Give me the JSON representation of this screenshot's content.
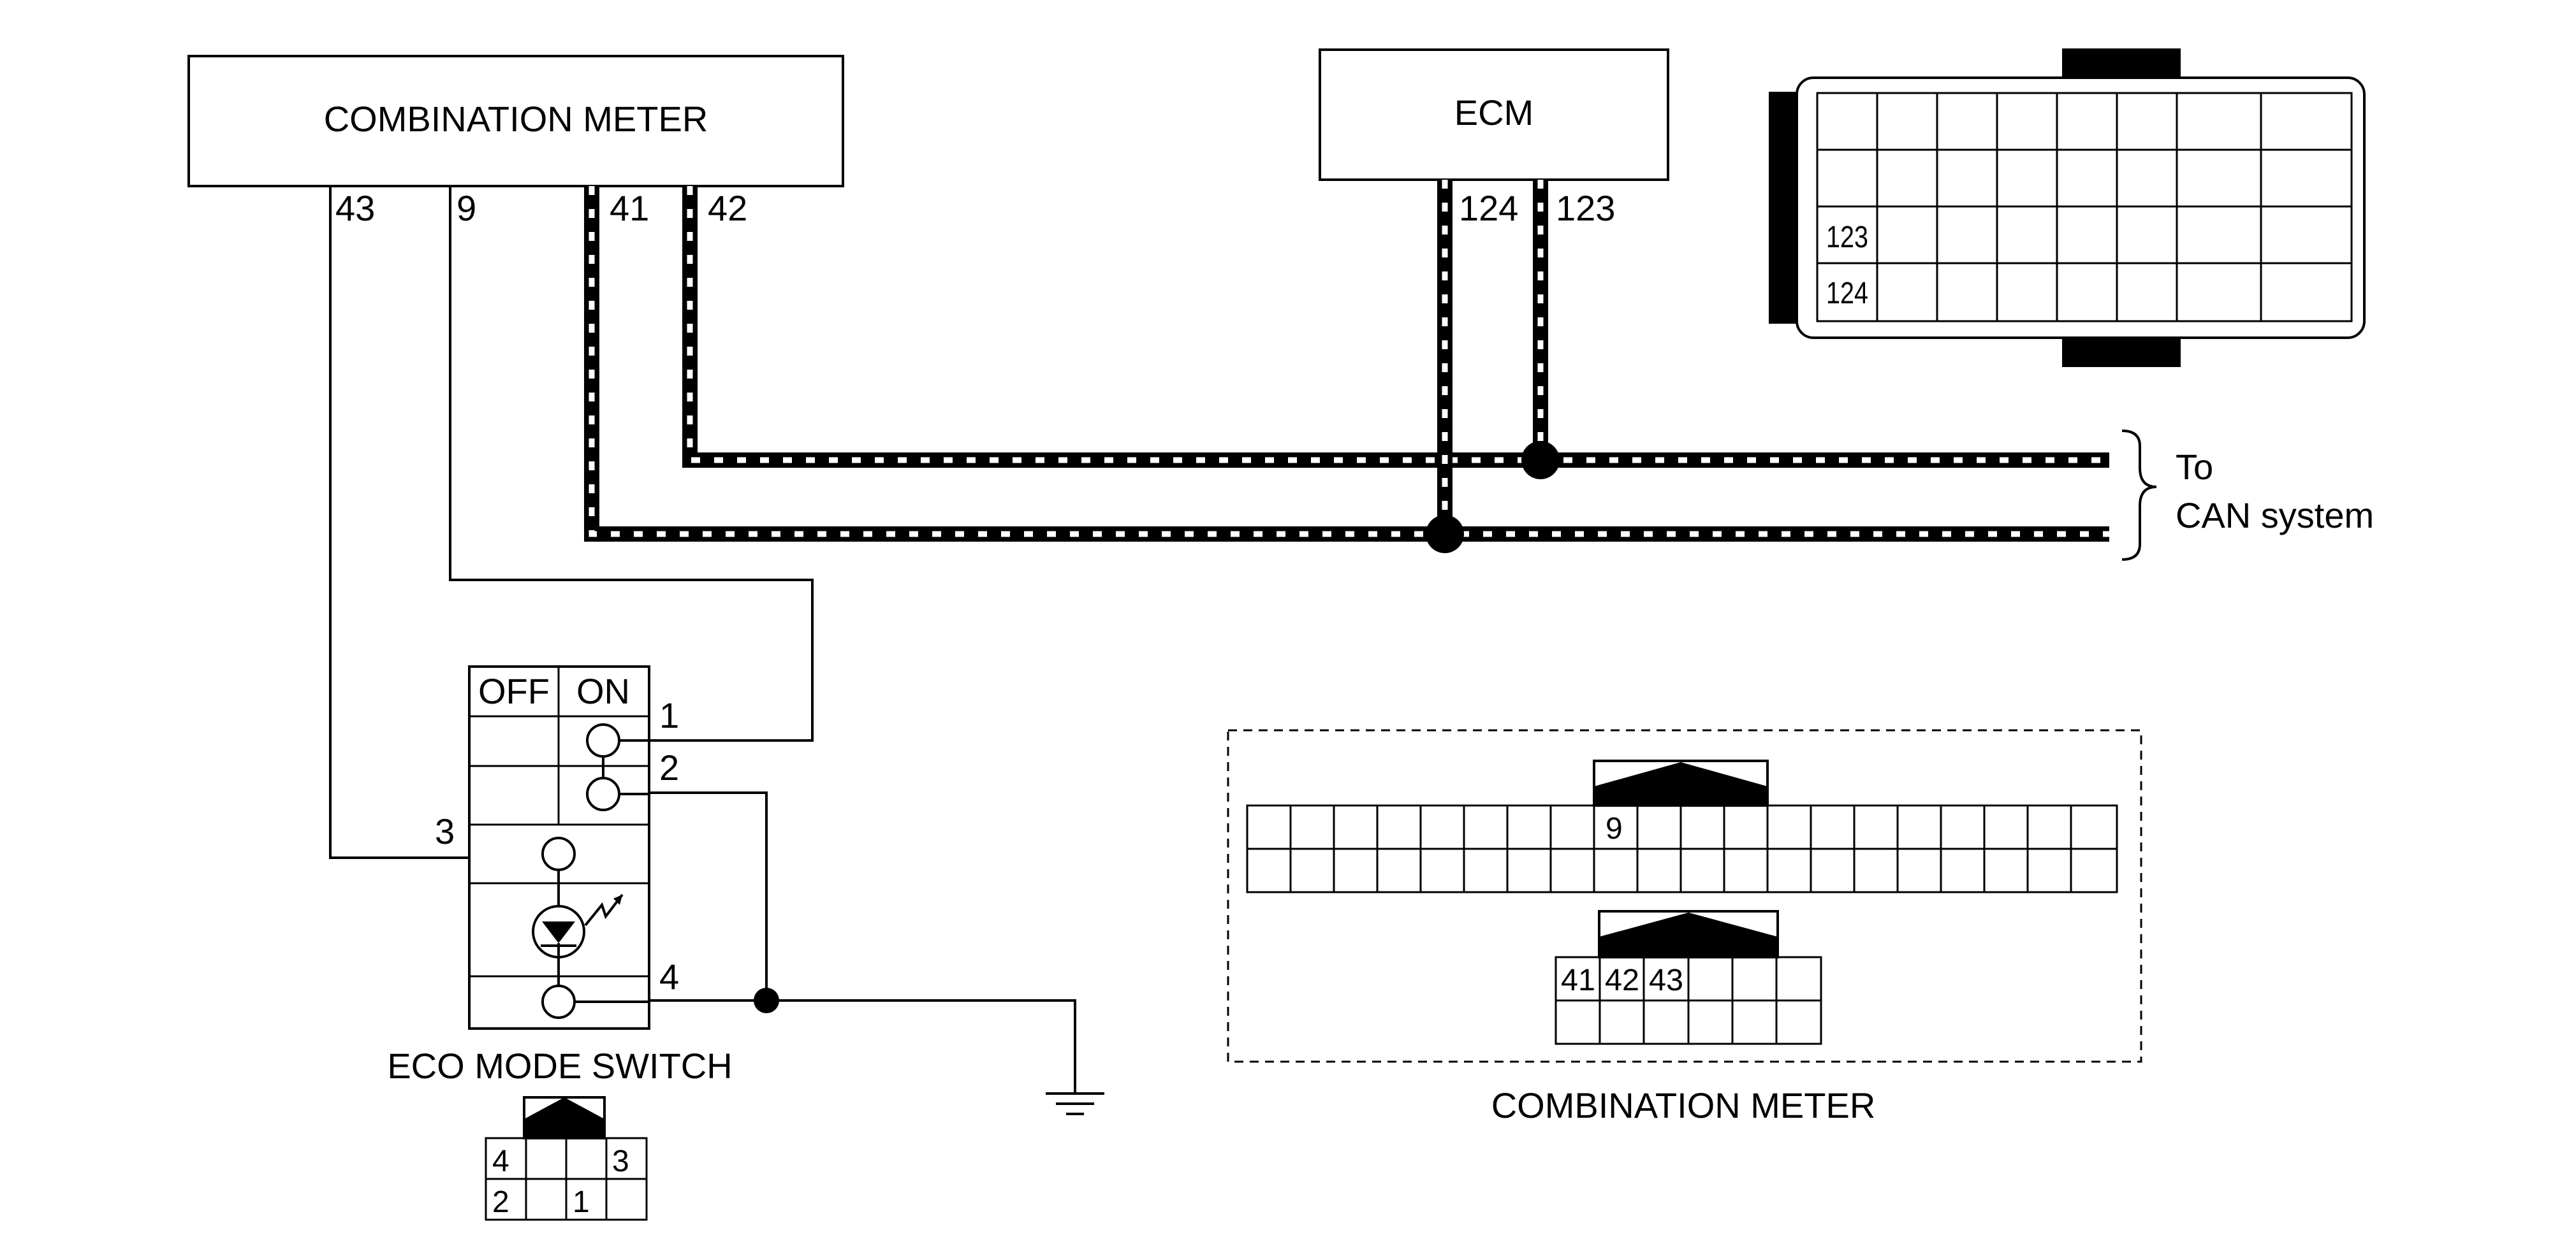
{
  "modules": {
    "combination_meter": "COMBINATION METER",
    "ecm": "ECM",
    "eco_mode_switch": "ECO MODE SWITCH"
  },
  "meter_pins": {
    "p43": "43",
    "p9": "9",
    "p41": "41",
    "p42": "42"
  },
  "ecm_pins": {
    "p124": "124",
    "p123": "123"
  },
  "can_system": {
    "line1": "To",
    "line2": "CAN system"
  },
  "switch": {
    "off": "OFF",
    "on": "ON",
    "pins": {
      "p1": "1",
      "p2": "2",
      "p3": "3",
      "p4": "4"
    }
  },
  "ecm_connector": {
    "cells": [
      "123",
      "124"
    ]
  },
  "meter_connector": {
    "caption": "COMBINATION METER",
    "upper_cells": [
      "9"
    ],
    "lower_cells": [
      "41",
      "42",
      "43"
    ]
  },
  "switch_connector": {
    "cells": [
      "4",
      "3",
      "2",
      "1"
    ]
  }
}
